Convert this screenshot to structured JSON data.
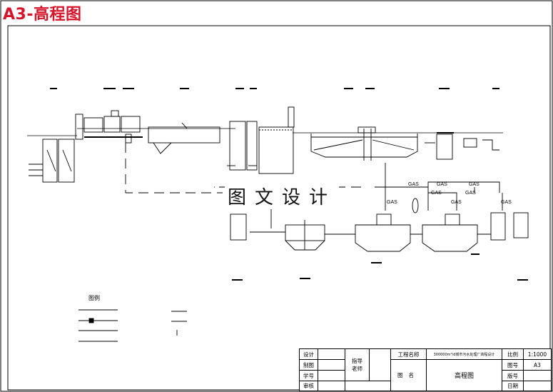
{
  "heading": "A3-高程图",
  "watermark": "图文设计",
  "gas_label": "GAS",
  "legend_title": "图例",
  "title_block": {
    "design": "设计",
    "draw": "制图",
    "student_no": "学号",
    "review": "审核",
    "advisor": "指导老师",
    "project_name_label": "工程名称",
    "project_name": "300000m³/d城市污水处理厂高程设计",
    "drawing_name_label": "图名",
    "drawing_name": "高程图",
    "scale_label": "比例",
    "scale": "1:1000",
    "drawing_no_label": "图号",
    "drawing_no": "A3",
    "version_label": "版号",
    "date_label": "日期"
  }
}
